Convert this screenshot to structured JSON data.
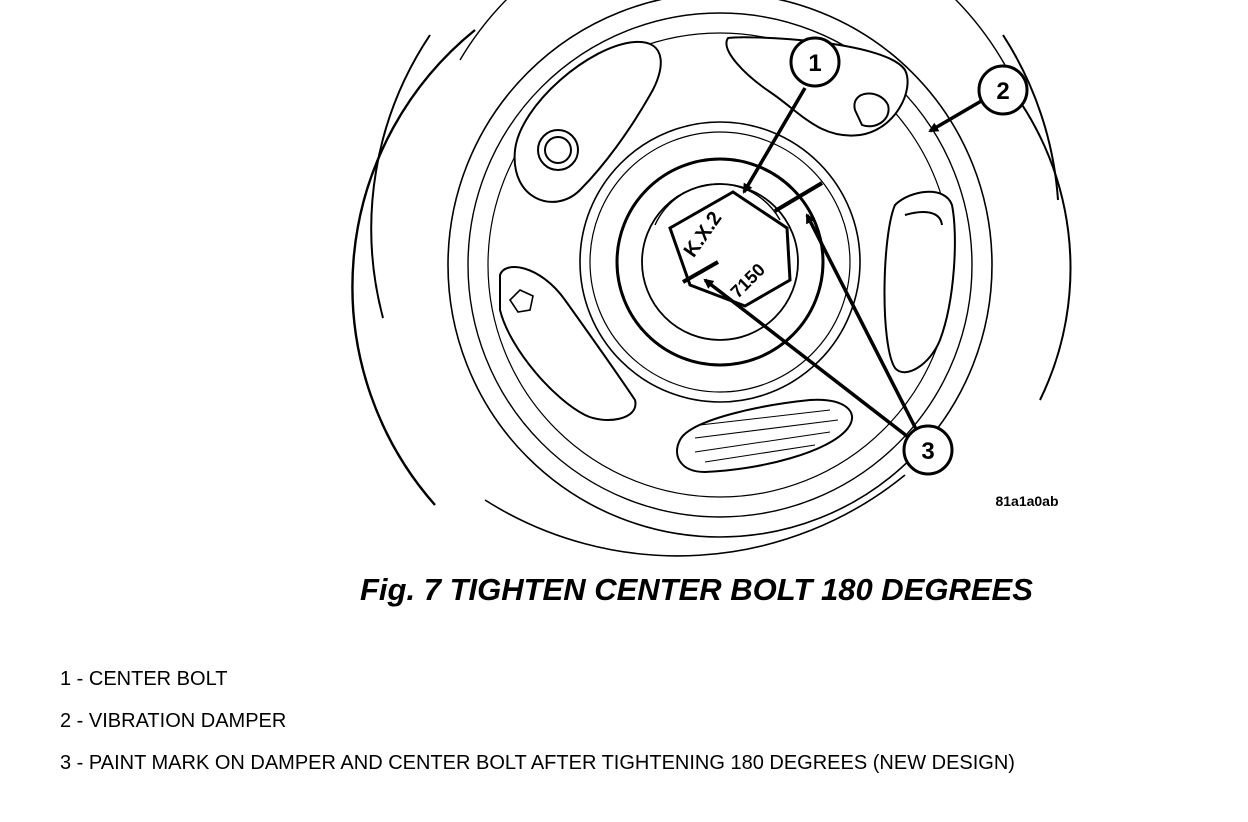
{
  "figure": {
    "caption": "Fig. 7 TIGHTEN CENTER BOLT 180 DEGREES",
    "image_code": "81a1a0ab",
    "callouts": [
      "1",
      "2",
      "3"
    ],
    "bolt_marking_top": "K.X.2",
    "bolt_marking_bottom": "7150"
  },
  "legend": [
    "1 - CENTER BOLT",
    "2 - VIBRATION DAMPER",
    "3 - PAINT MARK ON DAMPER AND CENTER BOLT AFTER TIGHTENING 180 DEGREES (NEW DESIGN)"
  ]
}
